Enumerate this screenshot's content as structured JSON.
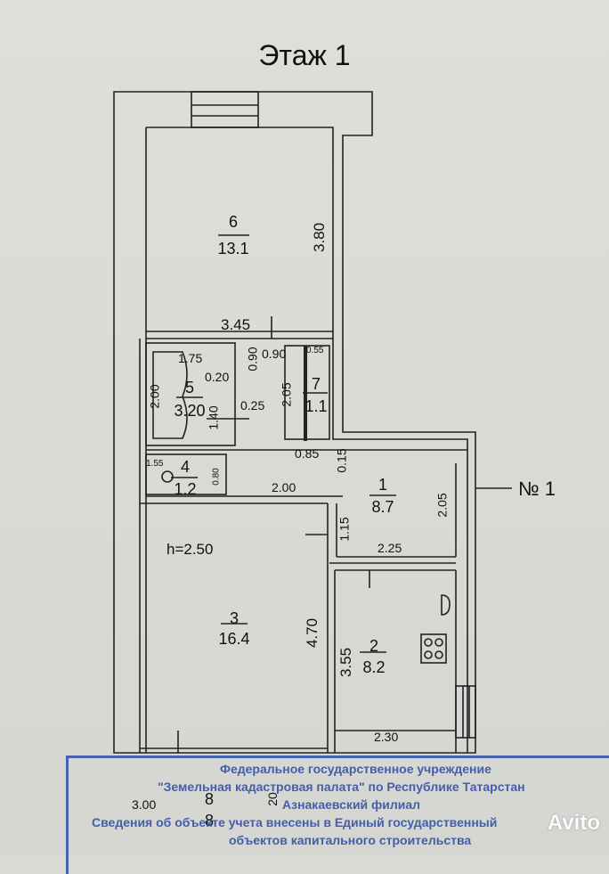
{
  "title": "Этаж 1",
  "label_no": "№ 1",
  "height_note": "h=2.50",
  "rooms": [
    {
      "num": "6",
      "area": "13.1"
    },
    {
      "num": "5",
      "area": "3.20"
    },
    {
      "num": "7",
      "area": "1.1"
    },
    {
      "num": "4",
      "area": "1.2"
    },
    {
      "num": "1",
      "area": "8.7"
    },
    {
      "num": "3",
      "area": "16.4"
    },
    {
      "num": "2",
      "area": "8.2"
    },
    {
      "num": "8",
      "area": "8"
    }
  ],
  "dims": {
    "d380": "3.80",
    "d345": "3.45",
    "d175": "1.75",
    "d020": "0.20",
    "d090a": "0.90",
    "d090b": "0.90",
    "d055": "0.55",
    "d200a": "2.00",
    "d205a": "2.05",
    "d025": "0.25",
    "d140": "1.40",
    "d085": "0.85",
    "d015": "0.15",
    "d155": "1.55",
    "d080": "0.80",
    "d200b": "2.00",
    "d205b": "2.05",
    "d115": "1.15",
    "d225": "2.25",
    "d470": "4.70",
    "d355": "3.55",
    "d230": "2.30",
    "d300": "3.00",
    "d20": "20"
  },
  "stamp": {
    "line1": "Федеральное государственное учреждение",
    "line2": "\"Земельная кадастровая палата\" по Республике Татарстан",
    "line3": "Азнакаевский филиал",
    "line4": "Сведения об объекте учета внесены в Единый государственный",
    "line5": "объектов капитального строительства"
  },
  "watermark": "Avito",
  "colors": {
    "stamp": "#2a4aa3",
    "ink": "#111111",
    "paper": "#d9dad6"
  }
}
